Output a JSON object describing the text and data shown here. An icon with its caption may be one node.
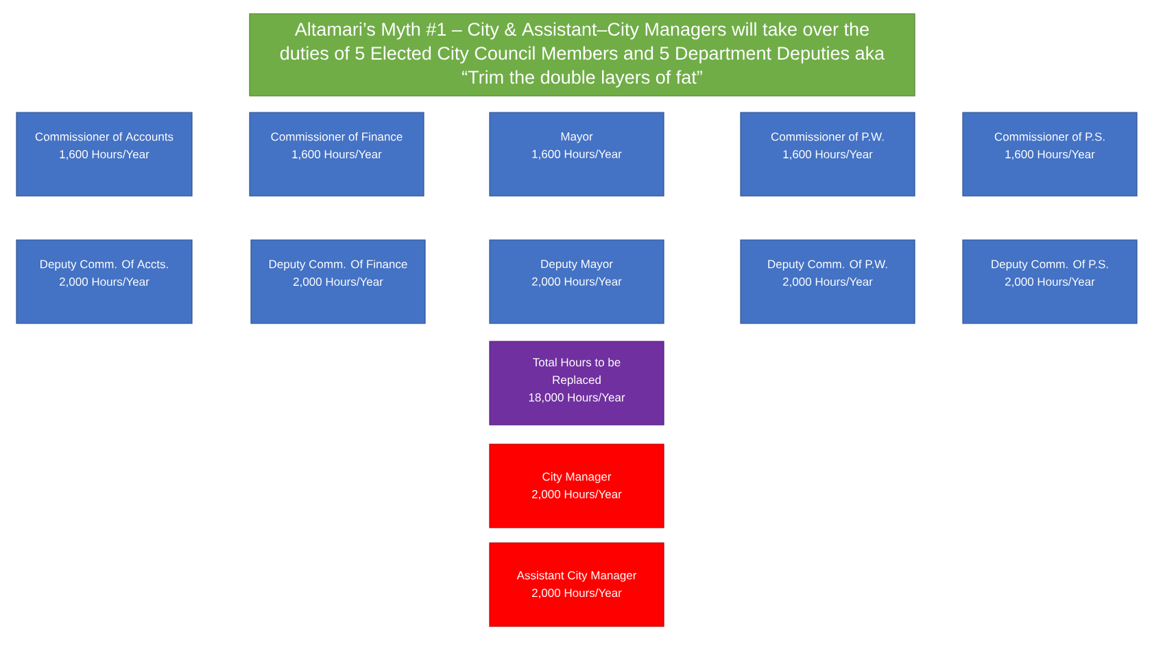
{
  "diagram": {
    "nodes": [
      {
        "text": [
          "Altamari’s Myth #1 – City & Assistant–City Managers will take over the duties of 5 Elected City Council Members and 5 Department Deputies aka “Trim the double layers of fat”"
        ]
      },
      {
        "text": [
          "Commissioner of Accounts",
          "1,600 Hours/Year"
        ]
      },
      {
        "text": [
          "Commissioner of Finance",
          "1,600 Hours/Year"
        ]
      },
      {
        "text": [
          "Mayor",
          "1,600 Hours/Year"
        ]
      },
      {
        "text": [
          "Commissioner of P.W.",
          "1,600 Hours/Year"
        ]
      },
      {
        "text": [
          "Commissioner of P.S.",
          "1,600 Hours/Year"
        ]
      },
      {
        "text": [
          "Deputy Comm. Of Accts.",
          "2,000 Hours/Year"
        ]
      },
      {
        "text": [
          "Deputy Comm. Of Finance",
          "2,000 Hours/Year"
        ]
      },
      {
        "text": [
          "Deputy Mayor",
          "2,000 Hours/Year"
        ]
      },
      {
        "text": [
          "Deputy Comm. Of P.W.",
          "2,000 Hours/Year"
        ]
      },
      {
        "text": [
          "Deputy Comm. Of P.S.",
          "2,000 Hours/Year"
        ]
      },
      {
        "text": [
          "Total Hours to be Replaced",
          "18,000 Hours/Year"
        ]
      },
      {
        "text": [
          "City Manager",
          "2,000 Hours/Year"
        ]
      },
      {
        "text": [
          "Assistant City Manager",
          "2,000 Hours/Year"
        ]
      }
    ]
  }
}
